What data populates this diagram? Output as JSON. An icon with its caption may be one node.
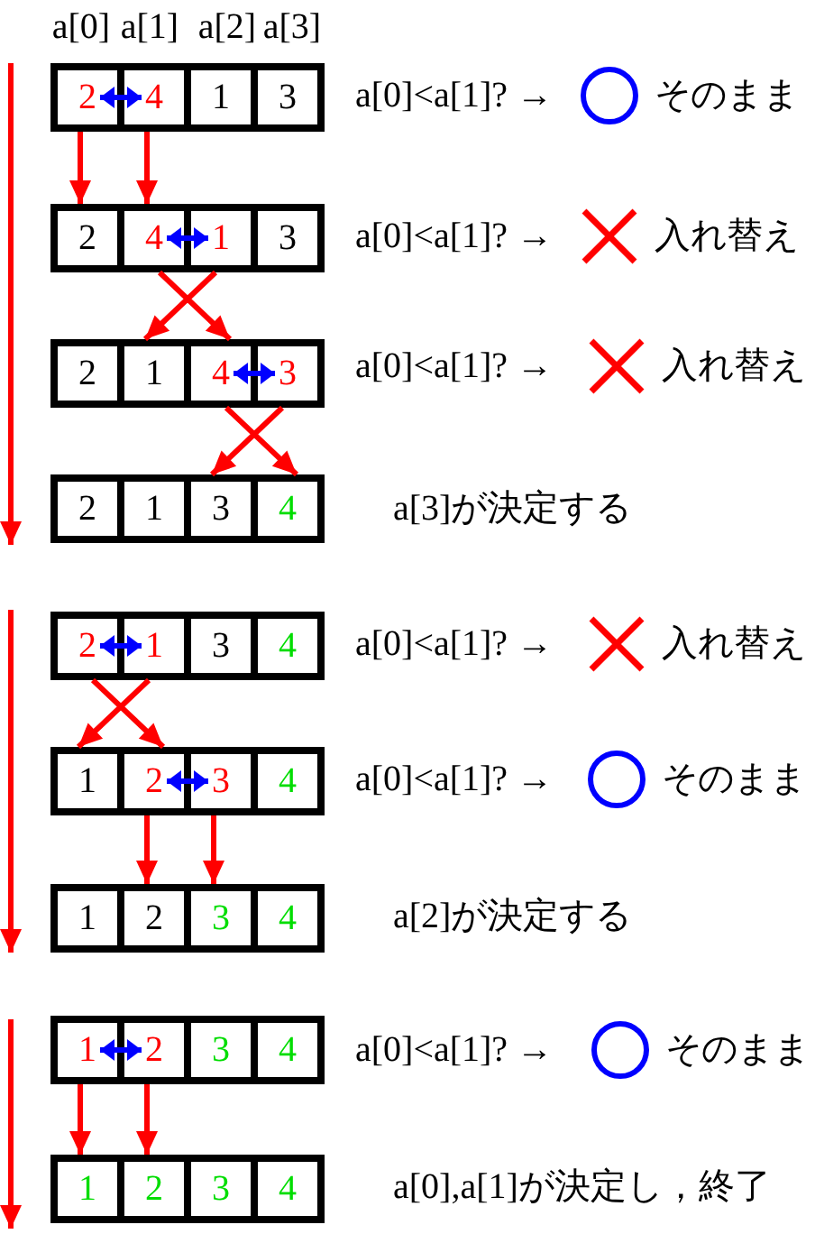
{
  "diagram": {
    "nodes": [
      {
        "text": [
          "2"
        ]
      },
      {
        "text": [
          "4"
        ]
      },
      {
        "text": [
          "1"
        ]
      },
      {
        "text": [
          "3"
        ]
      },
      {
        "text": [],
        "shape": "circle",
        "beside": [
          "a[0]<a[1]? →",
          "そのまま"
        ]
      },
      {
        "text": [
          "2"
        ]
      },
      {
        "text": [
          "4"
        ]
      },
      {
        "text": [
          "1"
        ]
      },
      {
        "text": [
          "3"
        ]
      },
      {
        "text": [],
        "shape": "cross",
        "beside": [
          "a[0]<a[1]? →",
          "入れ替え"
        ]
      },
      {
        "text": [
          "2"
        ]
      },
      {
        "text": [
          "1"
        ]
      },
      {
        "text": [
          "4"
        ]
      },
      {
        "text": [
          "3"
        ]
      },
      {
        "text": [],
        "shape": "cross",
        "beside": [
          "a[0]<a[1]? →",
          "入れ替え"
        ]
      },
      {
        "text": [
          "2"
        ]
      },
      {
        "text": [
          "1"
        ]
      },
      {
        "text": [
          "3"
        ]
      },
      {
        "text": [
          "4"
        ]
      },
      {
        "text": [
          "2"
        ]
      },
      {
        "text": [
          "1"
        ]
      },
      {
        "text": [
          "3"
        ]
      },
      {
        "text": [
          "4"
        ]
      },
      {
        "text": [],
        "shape": "cross",
        "beside": [
          "a[0]<a[1]? →",
          "入れ替え"
        ]
      },
      {
        "text": [
          "1"
        ]
      },
      {
        "text": [
          "2"
        ]
      },
      {
        "text": [
          "3"
        ]
      },
      {
        "text": [
          "4"
        ]
      },
      {
        "text": [],
        "shape": "circle",
        "beside": [
          "a[0]<a[1]? →",
          "そのまま"
        ]
      },
      {
        "text": [
          "1"
        ]
      },
      {
        "text": [
          "2"
        ]
      },
      {
        "text": [
          "3"
        ]
      },
      {
        "text": [
          "4"
        ]
      },
      {
        "text": [
          "1"
        ]
      },
      {
        "text": [
          "2"
        ]
      },
      {
        "text": [
          "3"
        ]
      },
      {
        "text": [
          "4"
        ]
      },
      {
        "text": [],
        "shape": "circle",
        "beside": [
          "a[0]<a[1]? →",
          "そのまま"
        ]
      },
      {
        "text": [
          "1"
        ]
      },
      {
        "text": [
          "2"
        ]
      },
      {
        "text": [
          "3"
        ]
      },
      {
        "text": [
          "4"
        ]
      }
    ],
    "edges": [
      {
        "from": 0,
        "to": 1,
        "arrow": "both",
        "color": "#0000ff"
      },
      {
        "from": 0,
        "to": 5,
        "arrow": "to"
      },
      {
        "from": 1,
        "to": 6,
        "arrow": "to"
      },
      {
        "from": 6,
        "to": 7,
        "arrow": "both",
        "color": "#0000ff"
      },
      {
        "from": 6,
        "to": 12,
        "arrow": "to"
      },
      {
        "from": 7,
        "to": 11,
        "arrow": "to"
      },
      {
        "from": 12,
        "to": 13,
        "arrow": "both",
        "color": "#0000ff"
      },
      {
        "from": 12,
        "to": 18,
        "arrow": "to"
      },
      {
        "from": 13,
        "to": 17,
        "arrow": "to"
      },
      {
        "from": 19,
        "to": 20,
        "arrow": "both",
        "color": "#0000ff"
      },
      {
        "from": 19,
        "to": 25,
        "arrow": "to"
      },
      {
        "from": 20,
        "to": 24,
        "arrow": "to"
      },
      {
        "from": 25,
        "to": 26,
        "arrow": "both",
        "color": "#0000ff"
      },
      {
        "from": 25,
        "to": 30,
        "arrow": "to"
      },
      {
        "from": 26,
        "to": 31,
        "arrow": "to"
      },
      {
        "from": 33,
        "to": 34,
        "arrow": "both",
        "color": "#0000ff"
      },
      {
        "from": 33,
        "to": 38,
        "arrow": "to"
      },
      {
        "from": 34,
        "to": 39,
        "arrow": "to"
      }
    ],
    "labels": [
      "a[0]",
      "a[1]",
      "a[2]",
      "a[3]",
      "a[3]が決定する",
      "a[2]が決定する",
      "a[0],a[1]が決定し，終了"
    ]
  }
}
